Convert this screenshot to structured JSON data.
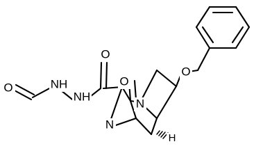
{
  "molecule": {
    "atom_labels": {
      "formyl_oxygen": "O",
      "hydrazide_nh_1": "NH",
      "hydrazide_nh_2": "NH",
      "amide_carbonyl_oxygen": "O",
      "ring_carbonyl_oxygen": "O",
      "ring_nitrogen_bridgehead": "N",
      "ring_nitrogen_lower": "N",
      "ether_oxygen": "O",
      "stereo_hydrogen": "H"
    }
  }
}
